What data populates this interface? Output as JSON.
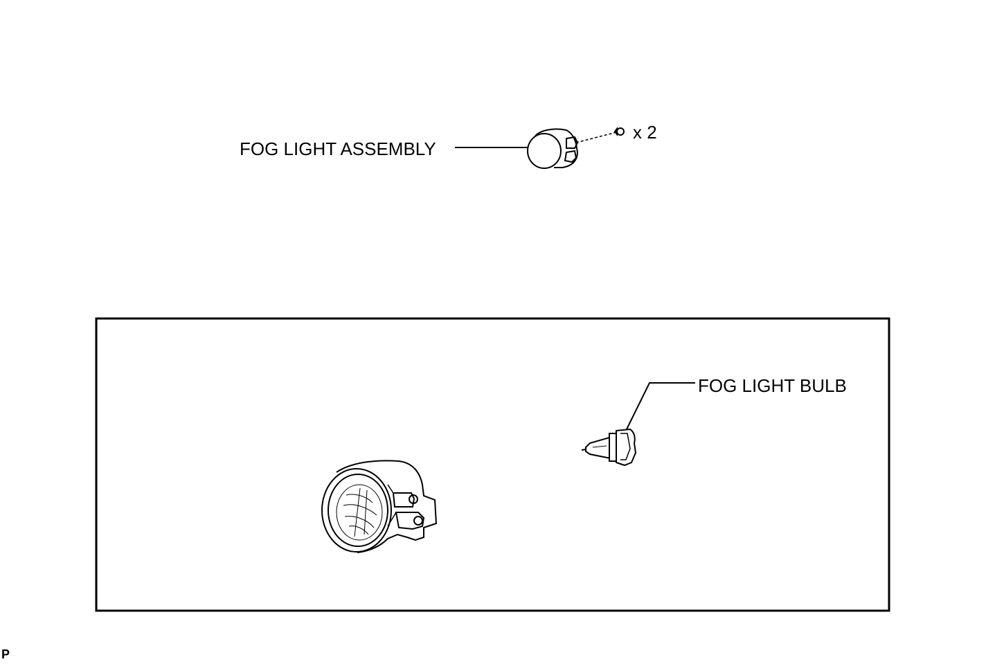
{
  "labels": {
    "assembly": "FOG LIGHT ASSEMBLY",
    "quantity": "x 2",
    "bulb": "FOG LIGHT BULB",
    "code": "P"
  },
  "colors": {
    "line": "#000000",
    "background": "#ffffff"
  }
}
